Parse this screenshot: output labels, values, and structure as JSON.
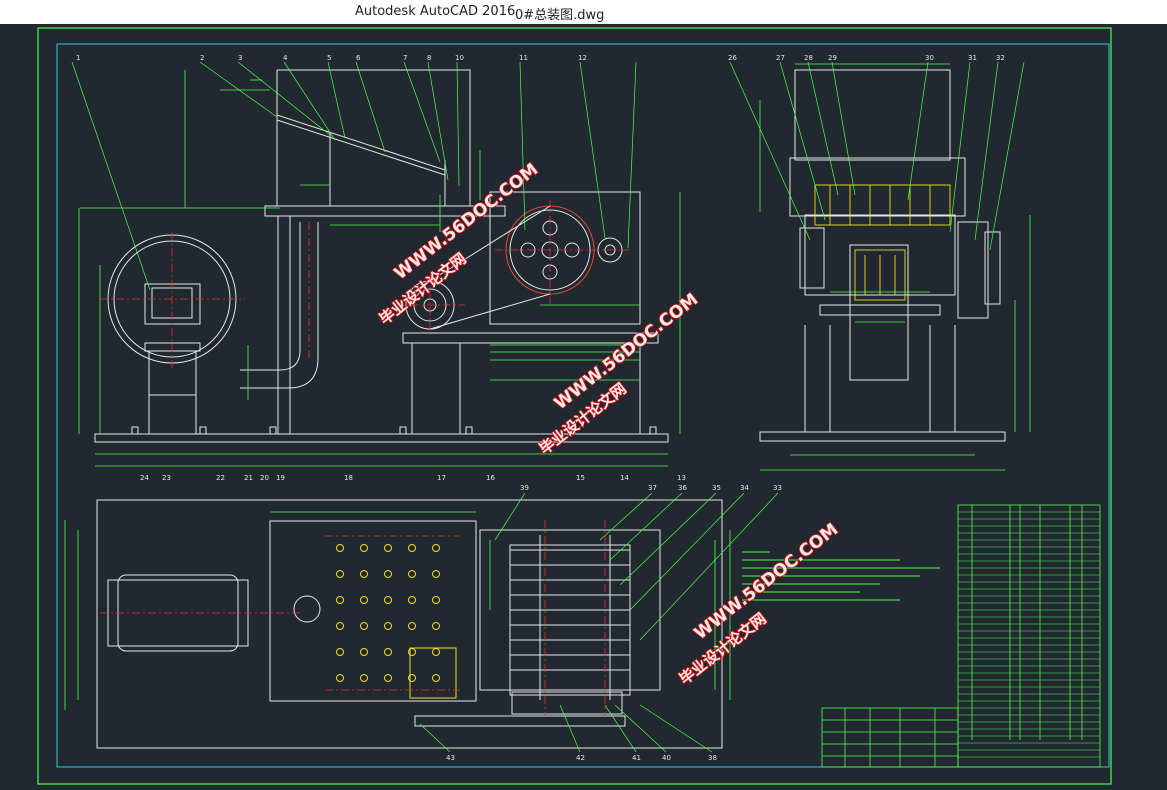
{
  "window": {
    "app_title": "Autodesk AutoCAD 2016",
    "document_name": "0#总装图.dwg"
  },
  "watermark": {
    "site": "WWW.56DOC.COM",
    "label": "毕业设计论文网"
  },
  "part_callouts": {
    "top_left": [
      "1",
      "2",
      "3",
      "4",
      "5",
      "6",
      "7",
      "8",
      "10",
      "11",
      "12"
    ],
    "top_right": [
      "26",
      "27",
      "28",
      "29",
      "30",
      "31",
      "32"
    ],
    "bottom_left": [
      "24",
      "23",
      "22",
      "21",
      "20",
      "19",
      "18",
      "17",
      "16",
      "15",
      "14",
      "13"
    ],
    "plan_top": [
      "39",
      "37",
      "36",
      "35",
      "34",
      "33"
    ],
    "plan_bottom": [
      "43",
      "42",
      "41",
      "40",
      "38"
    ]
  },
  "colors": {
    "background": "#212830",
    "frame": "#4cff4c",
    "inner_frame": "#2ec9e6",
    "geometry": "#e6e6e6",
    "dimension": "#4cff4c",
    "centerline": "#e03030",
    "hidden": "#f0e020"
  }
}
